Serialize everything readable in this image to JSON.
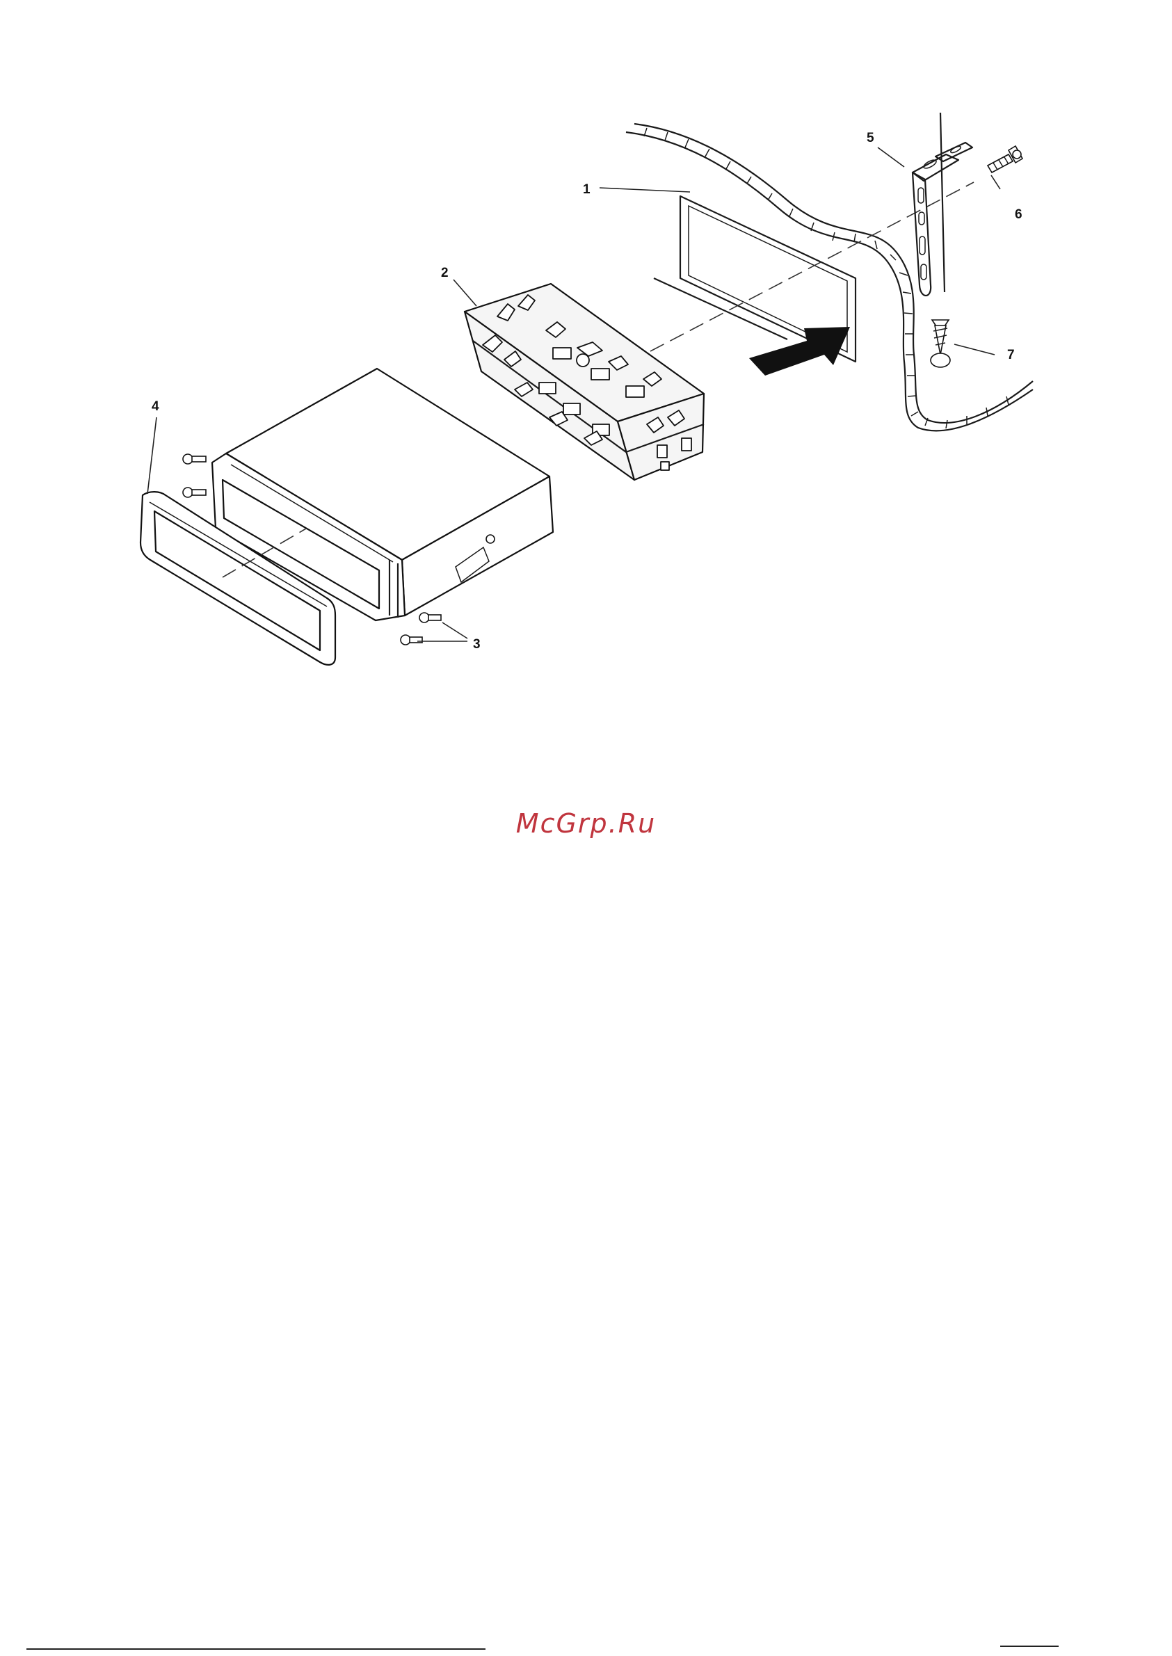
{
  "diagram": {
    "callouts": [
      {
        "id": "dashboard",
        "label": "1"
      },
      {
        "id": "mounting-sleeve",
        "label": "2"
      },
      {
        "id": "screws",
        "label": "3"
      },
      {
        "id": "trim-frame",
        "label": "4"
      },
      {
        "id": "support-strap",
        "label": "5"
      },
      {
        "id": "bolt",
        "label": "6"
      },
      {
        "id": "tapping-screw",
        "label": "7"
      }
    ]
  },
  "watermark": {
    "text": "McGrp.Ru"
  },
  "colors": {
    "line": "#1a1a1a",
    "watermark": "#c0353e",
    "background": "#ffffff"
  }
}
